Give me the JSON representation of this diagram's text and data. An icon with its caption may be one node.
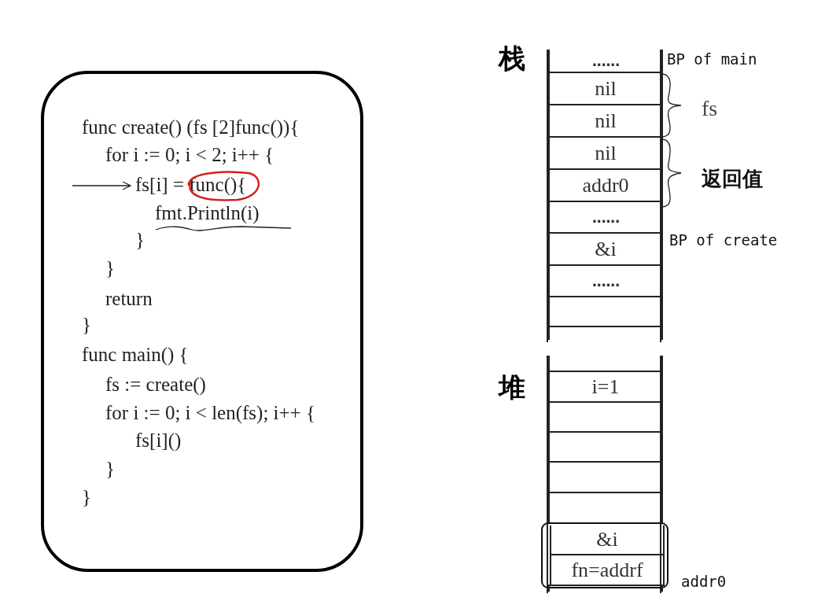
{
  "diagram": {
    "nodes": [
      {
        "text": [
          "func create() (fs [2]func()){",
          "for i := 0; i < 2; i++ {",
          "fs[i] = func(){",
          "fmt.Println(i)",
          "}",
          "}",
          "return",
          "}",
          "func main() {",
          "fs := create()",
          "for i := 0; i < len(fs); i++ {",
          "fs[i]()",
          "}",
          "}"
        ]
      },
      {
        "text": [
          "栈"
        ]
      },
      {
        "text": [
          "......"
        ],
        "in": 1
      },
      {
        "text": [
          "nil"
        ],
        "in": 1
      },
      {
        "text": [
          "nil"
        ],
        "in": 1
      },
      {
        "text": [
          "nil"
        ],
        "in": 1
      },
      {
        "text": [
          "addr0"
        ],
        "in": 1
      },
      {
        "text": [
          "......"
        ],
        "in": 1
      },
      {
        "text": [
          "&i"
        ],
        "in": 1
      },
      {
        "text": [
          "......"
        ],
        "in": 1
      },
      {
        "text": [],
        "shape": "box",
        "in": 1
      },
      {
        "text": [],
        "shape": "box",
        "in": 1
      },
      {
        "text": [
          "堆"
        ]
      },
      {
        "text": [],
        "shape": "box",
        "in": 12
      },
      {
        "text": [
          "i=1"
        ],
        "in": 12
      },
      {
        "text": [],
        "shape": "box",
        "in": 12
      },
      {
        "text": [],
        "shape": "box",
        "in": 12
      },
      {
        "text": [],
        "shape": "box",
        "in": 12
      },
      {
        "text": [],
        "shape": "box",
        "in": 12
      },
      {
        "text": [],
        "shape": "box",
        "in": 12,
        "beside": [
          "addr0"
        ]
      },
      {
        "text": [
          "&i"
        ],
        "in": 19
      },
      {
        "text": [
          "fn=addrf"
        ],
        "in": 19
      },
      {
        "text": [],
        "shape": "box",
        "in": 12
      }
    ],
    "labels": [
      "BP of main",
      "fs",
      "返回值",
      "BP of create"
    ]
  }
}
